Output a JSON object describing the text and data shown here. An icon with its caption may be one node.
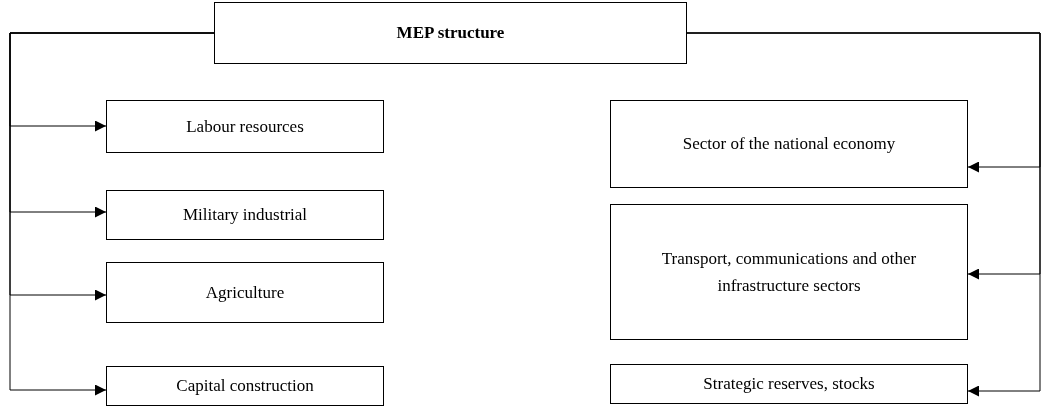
{
  "diagram": {
    "nodes": [
      {
        "text": [
          "MEP structure"
        ]
      },
      {
        "text": [
          "Labour resources"
        ]
      },
      {
        "text": [
          "Military industrial"
        ]
      },
      {
        "text": [
          "Agriculture"
        ]
      },
      {
        "text": [
          "Capital construction"
        ]
      },
      {
        "text": [
          "Sector of the national economy"
        ]
      },
      {
        "text": [
          "Transport, communications and other infrastructure sectors"
        ]
      },
      {
        "text": [
          "Strategic reserves, stocks"
        ]
      }
    ],
    "edges": [
      {
        "from": 0,
        "to": 1,
        "arrow": "to"
      },
      {
        "from": 0,
        "to": 2,
        "arrow": "to"
      },
      {
        "from": 0,
        "to": 3,
        "arrow": "to"
      },
      {
        "from": 0,
        "to": 4,
        "arrow": "to"
      },
      {
        "from": 0,
        "to": 5,
        "arrow": "to"
      },
      {
        "from": 0,
        "to": 6,
        "arrow": "to"
      },
      {
        "from": 0,
        "to": 7,
        "arrow": "to"
      }
    ]
  }
}
